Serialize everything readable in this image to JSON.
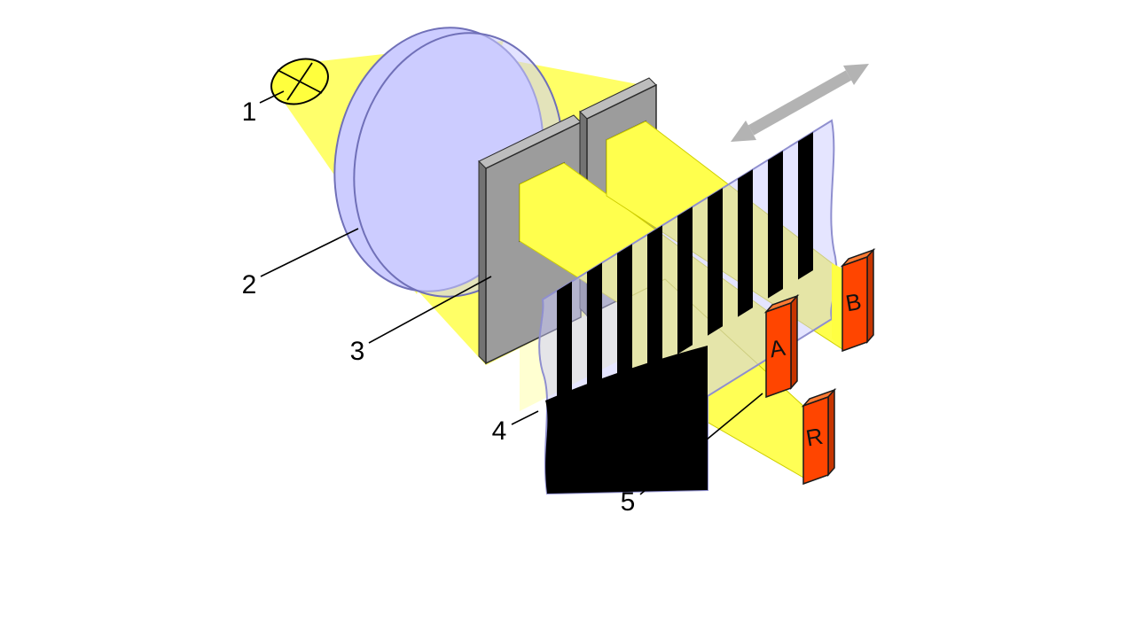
{
  "callouts": [
    {
      "text": "1"
    },
    {
      "text": "2"
    },
    {
      "text": "3"
    },
    {
      "text": "4"
    },
    {
      "text": "5"
    }
  ],
  "detectors": {
    "a": "A",
    "b": "B",
    "r": "R"
  },
  "scale": {
    "stripe_count": 9
  },
  "colors": {
    "light_yellow": "#FFFF66",
    "cone_yellow": "#FFFF6B",
    "beam_yellow": "#FFFF4D",
    "lens_lavender": "#CCCCFF",
    "mask_gray": "#9C9C9C",
    "scale_lavender": "#CCCCFF",
    "stripe_black": "#000000",
    "detector_orange": "#FF4500",
    "arrow_gray": "#B3B3B3",
    "background": "#FFFFFF"
  }
}
